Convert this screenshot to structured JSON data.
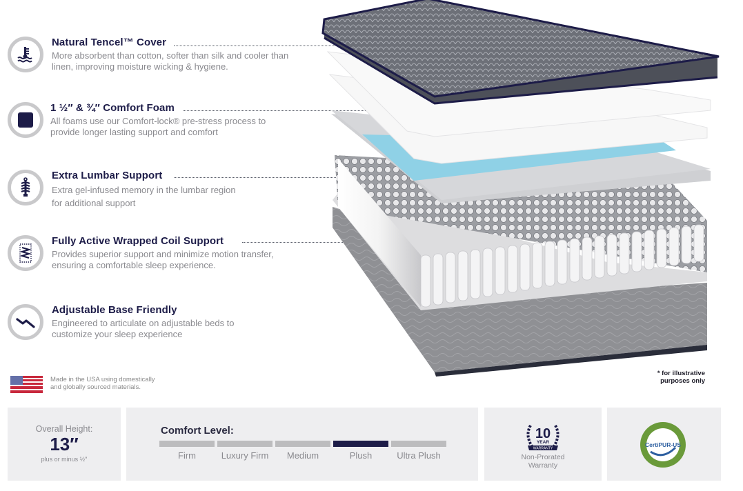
{
  "features": [
    {
      "icon": "thermometer-water-icon",
      "title": "Natural Tencel™ Cover",
      "description": "More absorbent than cotton, softer than silk and cooler than linen, improving moisture wicking & hygiene."
    },
    {
      "icon": "foam-square-icon",
      "title": "1 ½″ & ¾″ Comfort Foam",
      "description": "All foams use our Comfort-lock® pre-stress process to provide longer lasting support and comfort"
    },
    {
      "icon": "spine-icon",
      "title": "Extra Lumbar Support",
      "description_line1": "Extra gel-infused memory in the lumbar region",
      "description_line2": "for additional support"
    },
    {
      "icon": "coil-icon",
      "title": "Fully Active Wrapped Coil Support",
      "description": "Provides superior support and minimize motion transfer, ensuring a comfortable sleep experience."
    },
    {
      "icon": "adjustable-base-icon",
      "title": "Adjustable Base Friendly",
      "description": "Engineered to articulate on adjustable beds to customize your sleep experience"
    }
  ],
  "made_in_usa": {
    "icon": "usa-flag-icon",
    "line1": "Made in the USA using domestically",
    "line2": "and globally sourced materials."
  },
  "disclaimer": {
    "line1": "* for illustrative",
    "line2": "purposes only"
  },
  "height_panel": {
    "label": "Overall Height:",
    "value": "13″",
    "tolerance": "plus or minus ½″"
  },
  "comfort_panel": {
    "label": "Comfort Level:",
    "levels": [
      "Firm",
      "Luxury Firm",
      "Medium",
      "Plush",
      "Ultra Plush"
    ],
    "selected": "Plush",
    "active_color": "#1d1c48",
    "inactive_color": "#bcbcbe"
  },
  "warranty_panel": {
    "badge_number": "10",
    "badge_year": "YEAR",
    "badge_ribbon": "WARRANTY",
    "line1": "Non-Prorated",
    "line2": "Warranty"
  },
  "certification_panel": {
    "name": "CertiPUR-US",
    "mark": "®"
  },
  "colors": {
    "navy": "#1d1c48",
    "gray_text": "#8a8a8f",
    "panel_bg": "#eeeef0",
    "ring": "#c9c9cb",
    "gel_blue": "#8fd1e6"
  }
}
